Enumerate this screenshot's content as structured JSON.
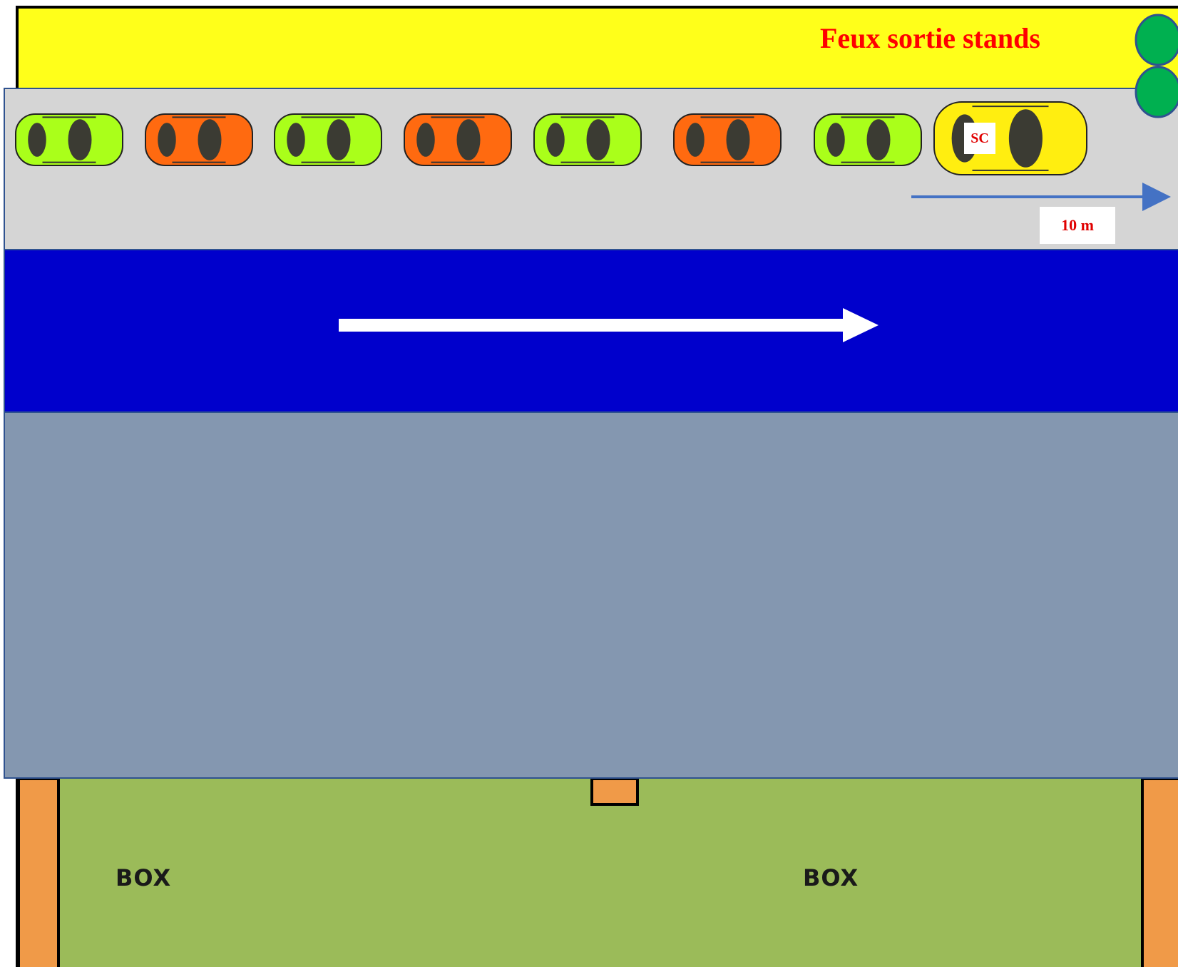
{
  "header": {
    "title": "Feux sortie stands"
  },
  "lights": {
    "color": "#00b050",
    "states": [
      "green",
      "green"
    ]
  },
  "queue": {
    "cars": [
      {
        "color": "#aaff1a"
      },
      {
        "color": "#ff6a10"
      },
      {
        "color": "#aaff1a"
      },
      {
        "color": "#ff6a10"
      },
      {
        "color": "#aaff1a"
      },
      {
        "color": "#ff6a10"
      },
      {
        "color": "#aaff1a"
      }
    ],
    "safety_car": {
      "label": "SC",
      "color": "#ffee10"
    }
  },
  "scale": {
    "label": "10 m"
  },
  "boxes": {
    "left_label": "BOX",
    "right_label": "BOX"
  },
  "colors": {
    "wall": "#ffff1a",
    "queue_lane": "#d5d5d5",
    "fast_lane": "#0000cc",
    "work_lane": "#8497b0",
    "garage": "#9bbb59",
    "garage_pillar": "#f09a48",
    "scale_arrow": "#4472c4"
  }
}
